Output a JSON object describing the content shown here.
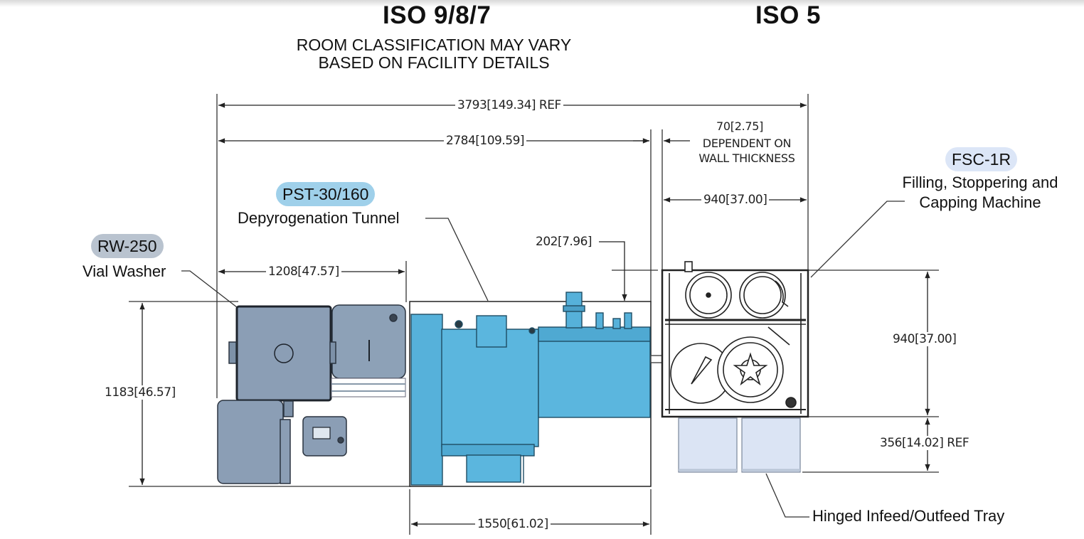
{
  "header": {
    "zone_left": "ISO 9/8/7",
    "zone_right": "ISO 5",
    "note_line1": "ROOM CLASSIFICATION MAY VARY",
    "note_line2": "BASED ON FACILITY DETAILS"
  },
  "equipment": {
    "washer": {
      "tag": "RW-250",
      "description": "Vial Washer"
    },
    "tunnel": {
      "tag": "PST-30/160",
      "description": "Depyrogenation Tunnel"
    },
    "filler": {
      "tag": "FSC-1R",
      "description_line1": "Filling, Stoppering and",
      "description_line2": "Capping Machine"
    },
    "tray": {
      "description": "Hinged Infeed/Outfeed Tray"
    }
  },
  "dimensions": {
    "overall": "3793[149.34] REF",
    "iso_zone_length": "2784[109.59]",
    "wall_gap": "70[2.75]",
    "wall_note_line1": "DEPENDENT ON",
    "wall_note_line2": "WALL THICKNESS",
    "filler_length": "940[37.00]",
    "washer_length": "1208[47.57]",
    "tunnel_offset": "202[7.96]",
    "overall_height": "1183[46.57]",
    "filler_depth": "940[37.00]",
    "tray_depth": "356[14.02] REF",
    "tunnel_length": "1550[61.02]"
  },
  "colors": {
    "washer": "#8fa2b8",
    "tunnel": "#5db6dc",
    "filler_tray": "#dde6f5",
    "tag_rw": "#b9c3cf",
    "tag_pst": "#9fd0ea",
    "tag_fsc": "#dce6f7"
  }
}
